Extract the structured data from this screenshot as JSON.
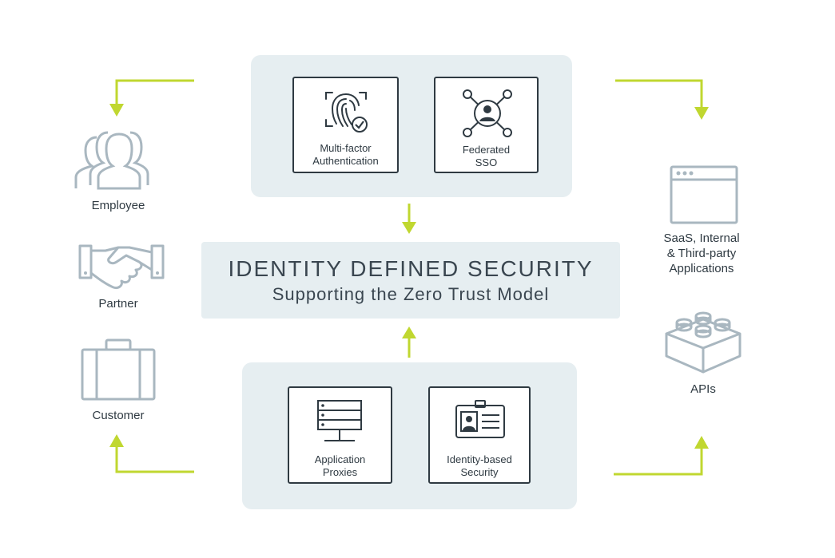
{
  "top_panel": {
    "cards": [
      {
        "label": "Multi-factor\nAuthentication",
        "icon": "fingerprint-icon"
      },
      {
        "label": "Federated\nSSO",
        "icon": "network-user-icon"
      }
    ]
  },
  "bottom_panel": {
    "cards": [
      {
        "label": "Application\nProxies",
        "icon": "server-icon"
      },
      {
        "label": "Identity-based\nSecurity",
        "icon": "id-badge-icon"
      }
    ]
  },
  "center": {
    "title": "IDENTITY DEFINED SECURITY",
    "subtitle": "Supporting the Zero Trust Model"
  },
  "left_items": [
    {
      "label": "Employee",
      "icon": "people-icon"
    },
    {
      "label": "Partner",
      "icon": "handshake-icon"
    },
    {
      "label": "Customer",
      "icon": "briefcase-icon"
    }
  ],
  "right_items": [
    {
      "label": "SaaS, Internal\n& Third-party\nApplications",
      "icon": "browser-window-icon"
    },
    {
      "label": "APIs",
      "icon": "building-block-icon"
    }
  ],
  "colors": {
    "arrow": "#c0d730",
    "panel": "#e6eef1",
    "icon_dark": "#2f3a42",
    "icon_light": "#a9b7c0"
  }
}
